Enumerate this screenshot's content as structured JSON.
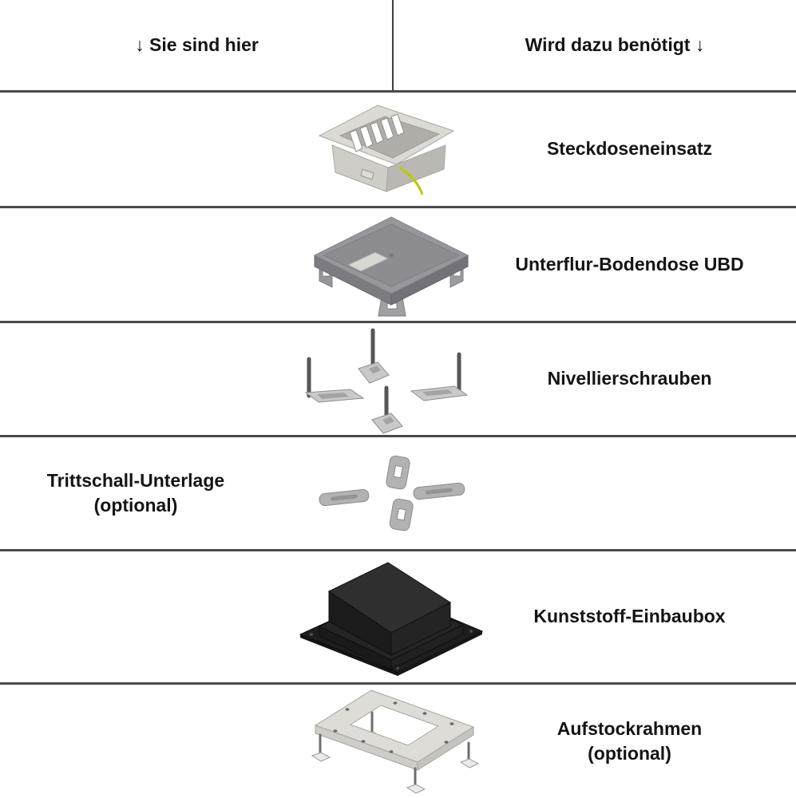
{
  "header": {
    "left_label": "↓ Sie sind hier",
    "right_label": "Wird dazu benötigt ↓"
  },
  "rows": [
    {
      "name": "steckdoseneinsatz",
      "label": "Steckdoseneinsatz",
      "label_side": "right",
      "image": "socket-insert-illustration"
    },
    {
      "name": "unterflur-bodendose",
      "label": "Unterflur-Bodendose UBD",
      "label_side": "right",
      "image": "floor-box-illustration"
    },
    {
      "name": "nivellierschrauben",
      "label": "Nivellierschrauben",
      "label_side": "right",
      "image": "leveling-screws-illustration"
    },
    {
      "name": "trittschall-unterlage",
      "label": "Trittschall-Unterlage\n(optional)",
      "label_side": "left",
      "image": "impact-sound-pads-illustration"
    },
    {
      "name": "kunststoff-einbaubox",
      "label": "Kunststoff-Einbaubox",
      "label_side": "right",
      "image": "plastic-installation-box-illustration"
    },
    {
      "name": "aufstockrahmen",
      "label": "Aufstockrahmen\n(optional)",
      "label_side": "right",
      "image": "stacking-frame-illustration"
    }
  ],
  "colors": {
    "background": "#ffffff",
    "text": "#141414",
    "separator_line": "#4a4a4a",
    "divider_line": "#3d3d3d",
    "metal_light": "#dcdad5",
    "metal_mid": "#96969b",
    "plastic_black": "#1e1e1e",
    "wire_green_yellow": "#bcca00"
  }
}
